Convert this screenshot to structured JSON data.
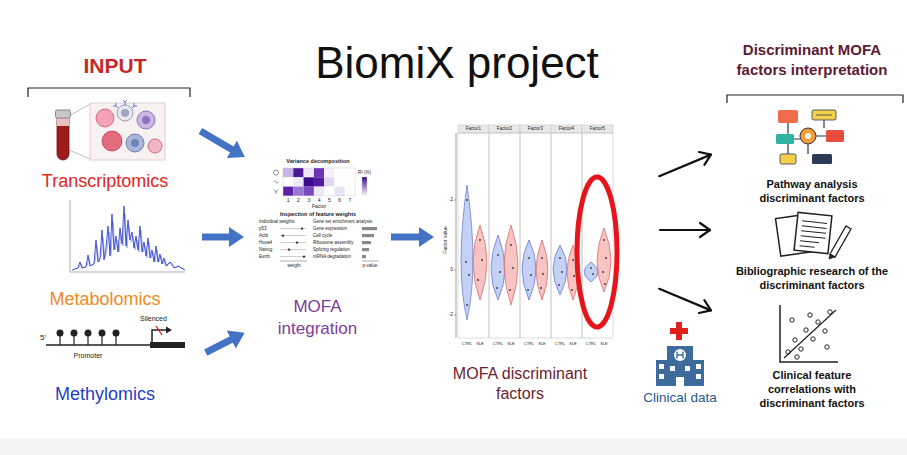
{
  "diagram": {
    "title": "BiomiX project",
    "nodes": [
      {
        "text": [
          "Transcriptomics"
        ]
      },
      {
        "text": [
          "Metabolomics"
        ]
      },
      {
        "text": [
          "Methylomics"
        ]
      },
      {
        "text": [
          "MOFA integration"
        ]
      },
      {
        "text": [
          "MOFA discriminant factors"
        ]
      },
      {
        "text": [
          "Clinical data"
        ]
      },
      {
        "text": [
          "Pathway analysis discriminant factors"
        ]
      },
      {
        "text": [
          "Bibliographic research of the discriminant factors"
        ]
      },
      {
        "text": [
          "Clinical feature correlations with discriminant factors"
        ]
      }
    ],
    "edges": [
      {
        "from": 0,
        "to": 3,
        "arrow": "to"
      },
      {
        "from": 1,
        "to": 3,
        "arrow": "to"
      },
      {
        "from": 2,
        "to": 3,
        "arrow": "to"
      },
      {
        "from": 3,
        "to": 4,
        "arrow": "to"
      },
      {
        "from": 4,
        "to": 6,
        "arrow": "to"
      },
      {
        "from": 4,
        "to": 7,
        "arrow": "to"
      },
      {
        "from": 4,
        "to": 8,
        "arrow": "to"
      }
    ],
    "labels": [
      "INPUT",
      "Discriminant MOFA factors interpretation",
      "5'",
      "Silenced",
      "Promoter",
      "Variance decomposition",
      "R² (%)",
      "1",
      "2",
      "3",
      "4",
      "5",
      "6",
      "7",
      "Factor",
      "Inspection of feature weights",
      "Individual weights",
      "Gene set enrichment analysis",
      "p53",
      "Actb",
      "Hoxa4",
      "Nanog",
      "Esrrb",
      "Gene expression",
      "Cell cycle",
      "Ribosome assembly",
      "Splicing regulation",
      "mRNA degradation",
      "weight",
      "p-value",
      "Factor value",
      "2",
      "0",
      "-2",
      "Factor1",
      "Factor2",
      "Factor3",
      "Factor4",
      "Factor5",
      "CTRL",
      "SLE",
      "CTRL",
      "SLE",
      "CTRL",
      "SLE",
      "CTRL",
      "SLE",
      "CTRL",
      "SLE"
    ]
  }
}
